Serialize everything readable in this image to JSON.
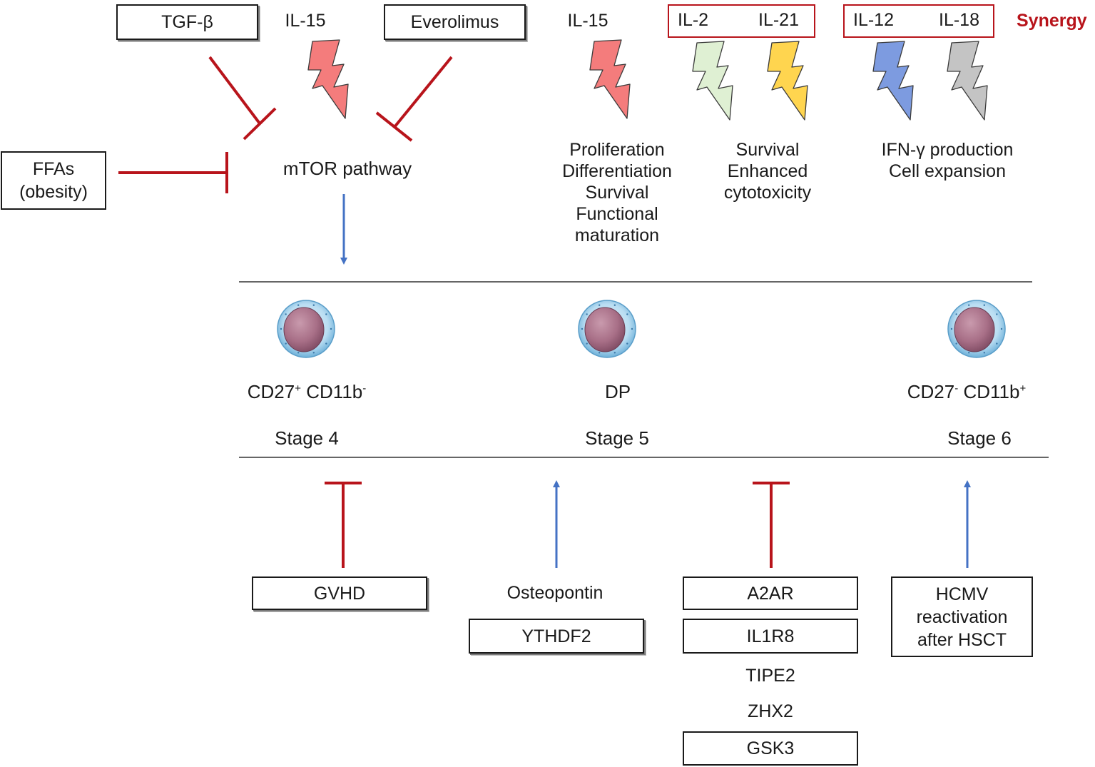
{
  "top_inputs": {
    "tgf_beta": "TGF-β",
    "il15_a": "IL-15",
    "everolimus": "Everolimus",
    "il15_b": "IL-15",
    "il2": "IL-2",
    "il21": "IL-21",
    "il12": "IL-12",
    "il18": "IL-18",
    "synergy": "Synergy"
  },
  "ffas": {
    "line1": "FFAs",
    "line2": "(obesity)"
  },
  "mtor": "mTOR pathway",
  "effects": {
    "il15": [
      "Proliferation",
      "Differentiation",
      "Survival",
      "Functional",
      "maturation"
    ],
    "il2_il21": [
      "Survival",
      "Enhanced",
      "cytotoxicity"
    ],
    "il12_il18": [
      "IFN-γ production",
      "Cell expansion"
    ]
  },
  "stages": [
    {
      "marker_a": "CD27",
      "sup_a": "+",
      "marker_b": " CD11b",
      "sup_b": "-",
      "stage": "Stage 4"
    },
    {
      "marker": "DP",
      "stage": "Stage 5"
    },
    {
      "marker_a": "CD27",
      "sup_a": "-",
      "marker_b": " CD11b",
      "sup_b": "+",
      "stage": "Stage 6"
    }
  ],
  "bottom": {
    "gvhd": "GVHD",
    "osteopontin": "Osteopontin",
    "ythdf2": "YTHDF2",
    "a2ar": "A2AR",
    "il1r8": "IL1R8",
    "tipe2": "TIPE2",
    "zhx2": "ZHX2",
    "gsk3": "GSK3",
    "hcmv": [
      "HCMV",
      "reactivation",
      "after HSCT"
    ]
  },
  "colors": {
    "inhibit": "#b8141b",
    "activate": "#4472c4",
    "bolt_il15": "#f47c7c",
    "bolt_il2": "#dff0d3",
    "bolt_il21": "#ffd54f",
    "bolt_il12": "#7d9be0",
    "bolt_il18": "#c4c4c4"
  }
}
